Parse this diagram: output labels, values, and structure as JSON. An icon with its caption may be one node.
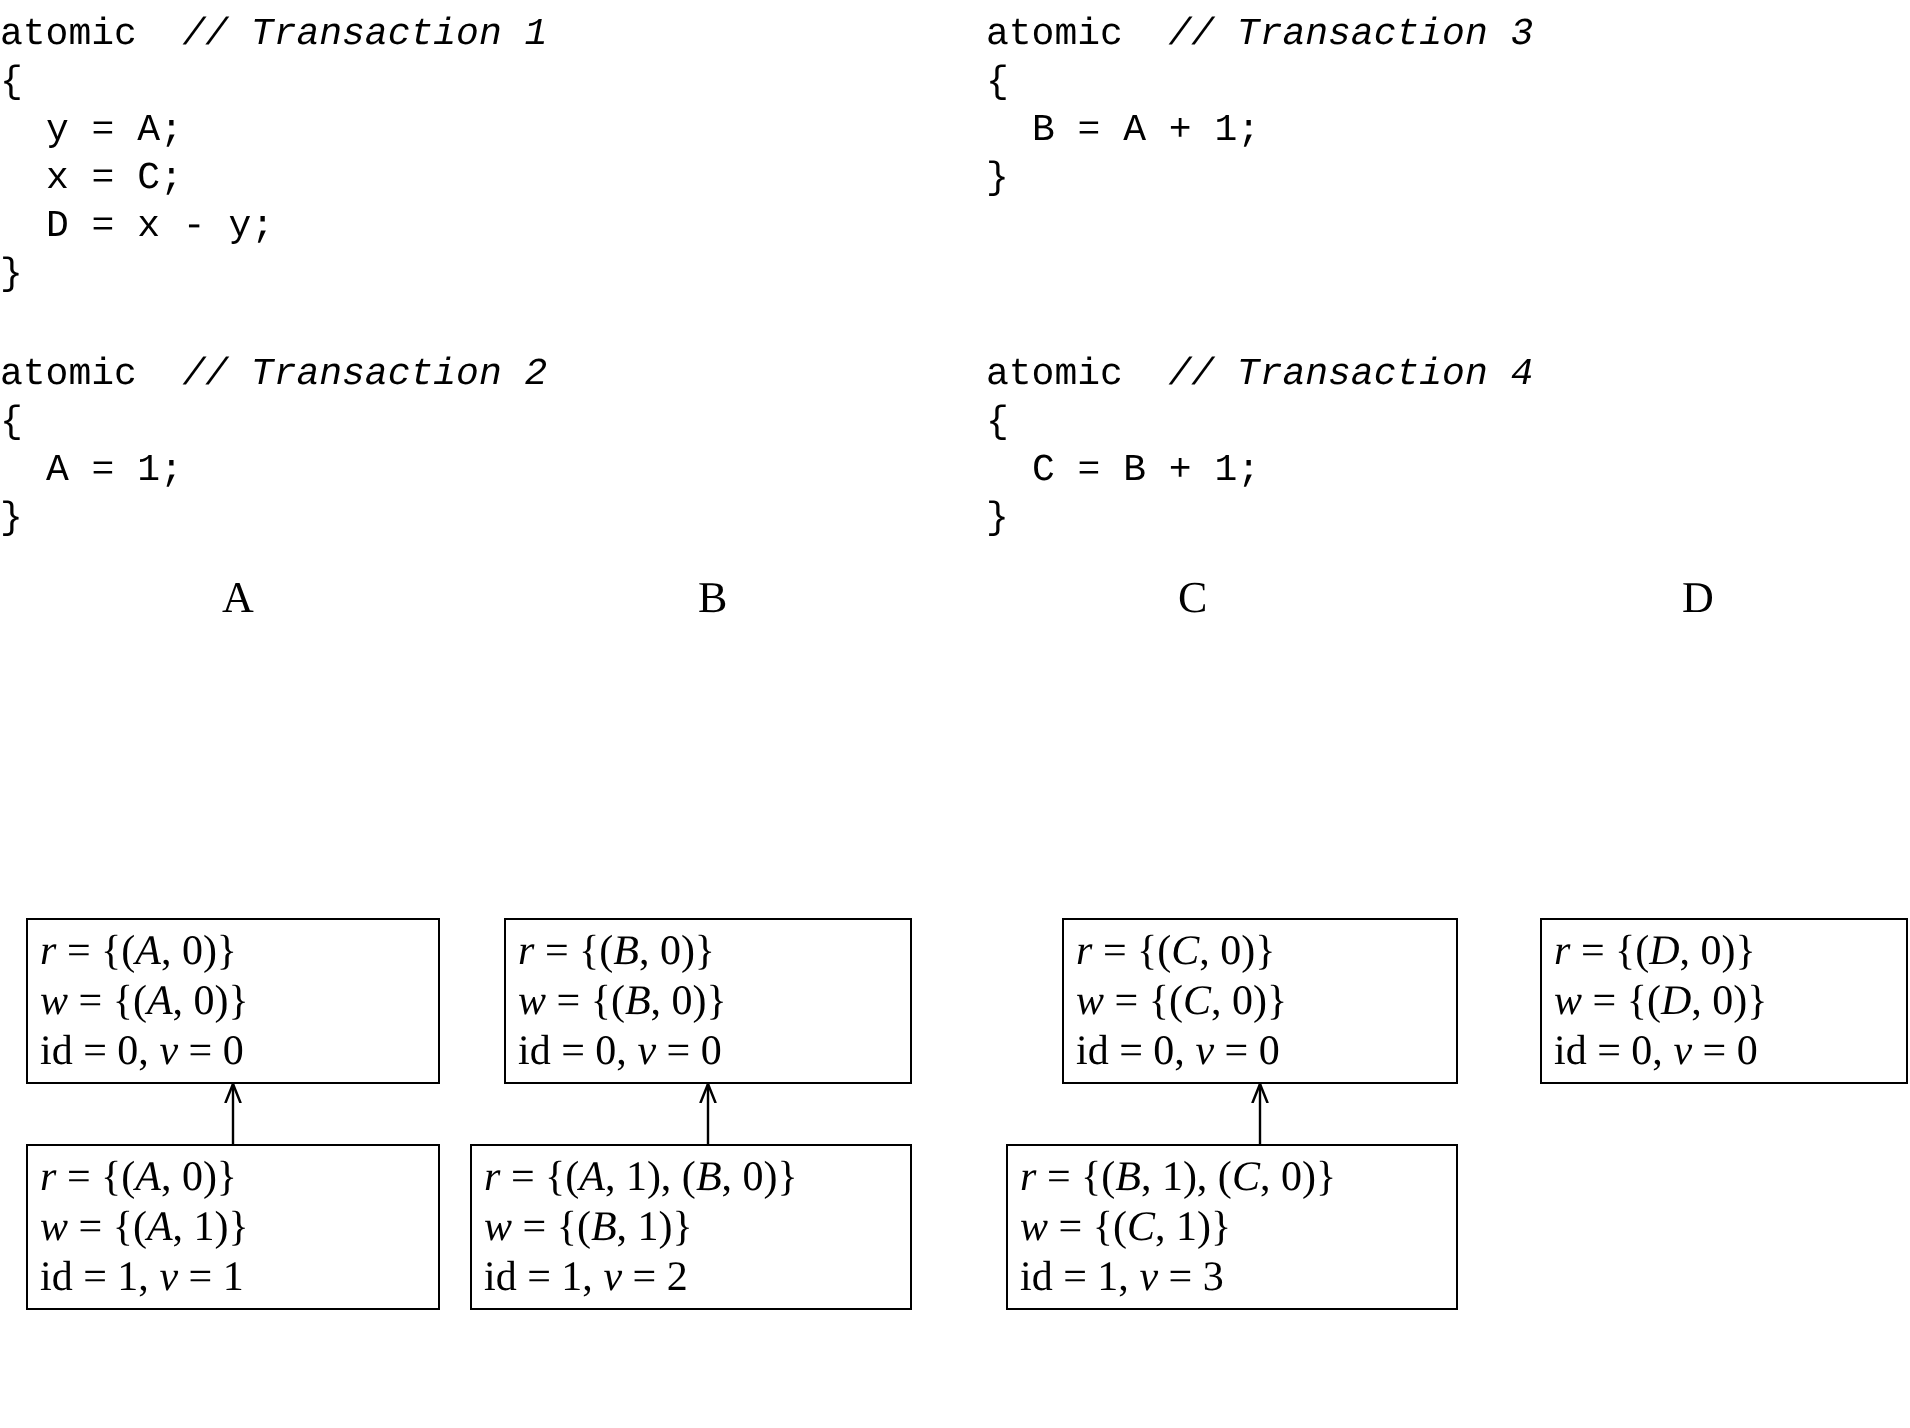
{
  "diagram": {
    "nodes": [
      {
        "text": [
          "*r* = {(*A*, 0)}",
          "*w* = {(*A*, 0)}",
          "id = 0, *v* = 0"
        ]
      },
      {
        "text": [
          "*r* = {(*B*, 0)}",
          "*w* = {(*B*, 0)}",
          "id = 0, *v* = 0"
        ]
      },
      {
        "text": [
          "*r* = {(*C*, 0)}",
          "*w* = {(*C*, 0)}",
          "id = 0, *v* = 0"
        ]
      },
      {
        "text": [
          "*r* = {(*D*, 0)}",
          "*w* = {(*D*, 0)}",
          "id = 0, *v* = 0"
        ]
      },
      {
        "text": [
          "*r* = {(*A*, 0)}",
          "*w* = {(*A*, 1)}",
          "id = 1, *v* = 1"
        ]
      },
      {
        "text": [
          "*r* = {(*A*, 1), (*B*, 0)}",
          "*w* = {(*B*, 1)}",
          "id = 1, *v* = 2"
        ]
      },
      {
        "text": [
          "*r* = {(*B*, 1), (*C*, 0)}",
          "*w* = {(*C*, 1)}",
          "id = 1, *v* = 3"
        ]
      }
    ],
    "edges": [
      {
        "from": 4,
        "to": 0,
        "arrow": "to"
      },
      {
        "from": 5,
        "to": 1,
        "arrow": "to"
      },
      {
        "from": 6,
        "to": 2,
        "arrow": "to"
      }
    ],
    "labels": [
      "atomic  *// Transaction 1*",
      "{",
      "y = A;",
      "x = C;",
      "D = x - y;",
      "}",
      "atomic  *// Transaction 3*",
      "{",
      "B = A + 1;",
      "}",
      "atomic  *// Transaction 2*",
      "{",
      "A = 1;",
      "}",
      "atomic  *// Transaction 4*",
      "{",
      "C = B + 1;",
      "}",
      "A",
      "B",
      "C",
      "D"
    ]
  }
}
